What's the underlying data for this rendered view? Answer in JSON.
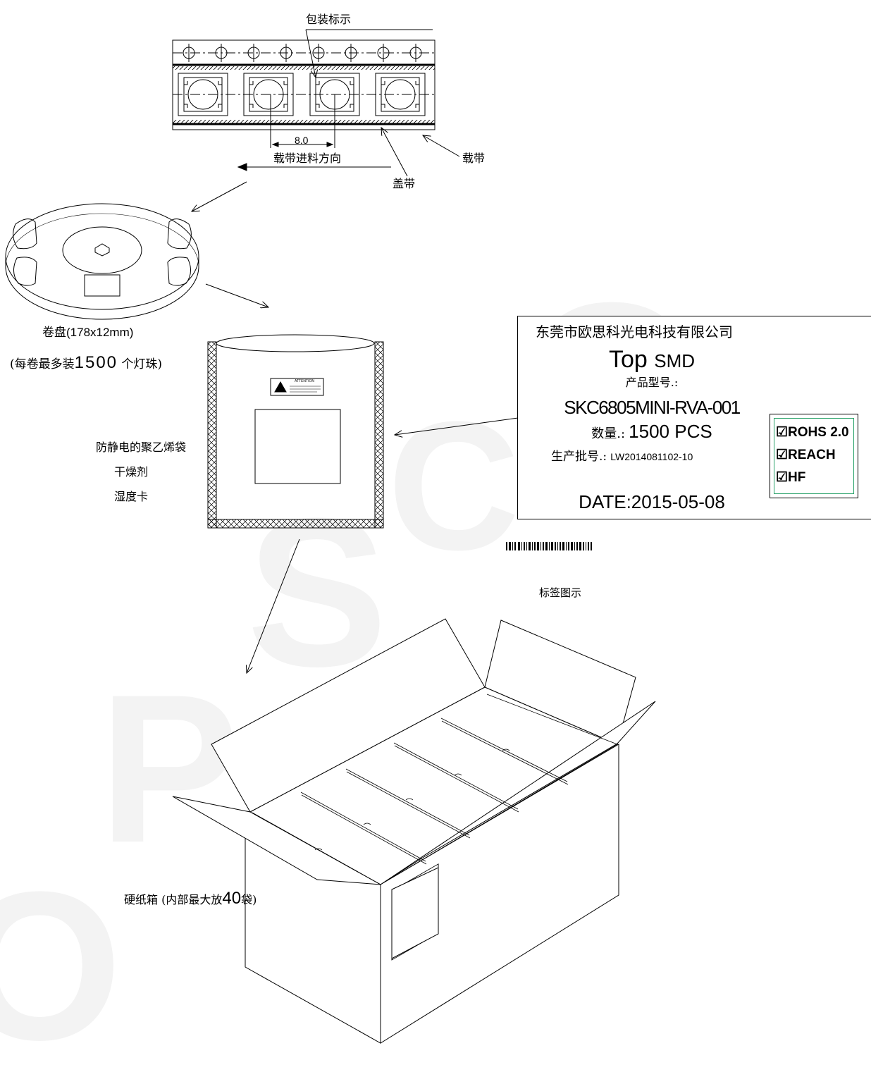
{
  "tape_section": {
    "package_mark_label": "包装标示",
    "pitch_value": "8.0",
    "feed_direction_label": "载带进料方向",
    "cover_tape_label": "盖带",
    "carrier_tape_label": "载带"
  },
  "reel_section": {
    "reel_label": "卷盘(178x12mm)",
    "reel_qty_prefix": "(每卷最多装",
    "reel_qty_value": "1500",
    "reel_qty_suffix": " 个灯珠)"
  },
  "bag_section": {
    "bag_label": "防静电的聚乙烯袋",
    "desiccant_label": "干燥剂",
    "humidity_card_label": "湿度卡",
    "attention_text": "ATTENTION"
  },
  "label_card": {
    "company": "东莞市欧思科光电科技有限公司",
    "product_line_1": "Top",
    "product_line_2": "SMD",
    "model_caption": "产品型号.:",
    "model_number": "SKC6805MINI-RVA-001",
    "quantity_caption": "数量.:",
    "quantity_value": "1500 PCS",
    "lot_caption": "生产批号.:",
    "lot_value": "LW2014081102-10",
    "date_text": "DATE:2015-05-08",
    "certifications": [
      "☑ROHS 2.0",
      "☑REACH",
      "☑HF"
    ],
    "label_caption": "标签图示"
  },
  "box_section": {
    "box_label_prefix": "硬纸箱 (",
    "box_label_mid": "内部最大放",
    "box_label_num": "40",
    "box_label_suffix": "袋)"
  },
  "watermark_letters": [
    "O",
    "S",
    "P",
    "C",
    "O"
  ],
  "colors": {
    "line": "#000000",
    "cert_border": "#2aa36a",
    "watermark": "#f3f3f3"
  }
}
